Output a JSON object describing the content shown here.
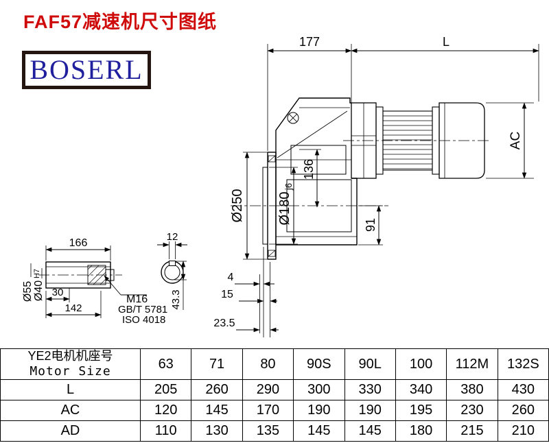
{
  "page": {
    "title": "FAF57减速机尺寸图纸",
    "brand": "BOSERL"
  },
  "colors": {
    "title_red": "#cf0a0a",
    "brand_blue": "#20209e",
    "logo_border_dark": "#241511",
    "line_black": "#000000"
  },
  "drawing": {
    "top": {
      "dim_177": "177",
      "dim_L": "L"
    },
    "right": {
      "dim_AC": "AC"
    },
    "main": {
      "flange_dia": "Ø250",
      "spigot_dia": "Ø180",
      "spigot_fit": "j6",
      "dim_136": "136",
      "dim_91": "91",
      "dim_4": "4",
      "dim_15": "15",
      "dim_23_5": "23.5"
    },
    "shaft": {
      "dim_166": "166",
      "dim_30": "30",
      "dim_142": "142",
      "dia_55": "Ø55",
      "dia_40": "Ø40",
      "dia_40_fit": "H7",
      "thread": "M16",
      "std_gb": "GB/T 5781",
      "std_iso": "ISO 4018",
      "dim_12": "12",
      "dim_43_3": "43.3"
    }
  },
  "table": {
    "header": {
      "line1": "YE2电机机座号",
      "line2": "Motor Size"
    },
    "sizes": [
      "63",
      "71",
      "80",
      "90S",
      "90L",
      "100",
      "112M",
      "132S"
    ],
    "rows": [
      {
        "label": "L",
        "values": [
          "205",
          "260",
          "290",
          "300",
          "330",
          "340",
          "380",
          "430"
        ]
      },
      {
        "label": "AC",
        "values": [
          "120",
          "145",
          "170",
          "190",
          "190",
          "195",
          "230",
          "260"
        ]
      },
      {
        "label": "AD",
        "values": [
          "110",
          "130",
          "135",
          "145",
          "145",
          "180",
          "215",
          "210"
        ]
      }
    ]
  }
}
